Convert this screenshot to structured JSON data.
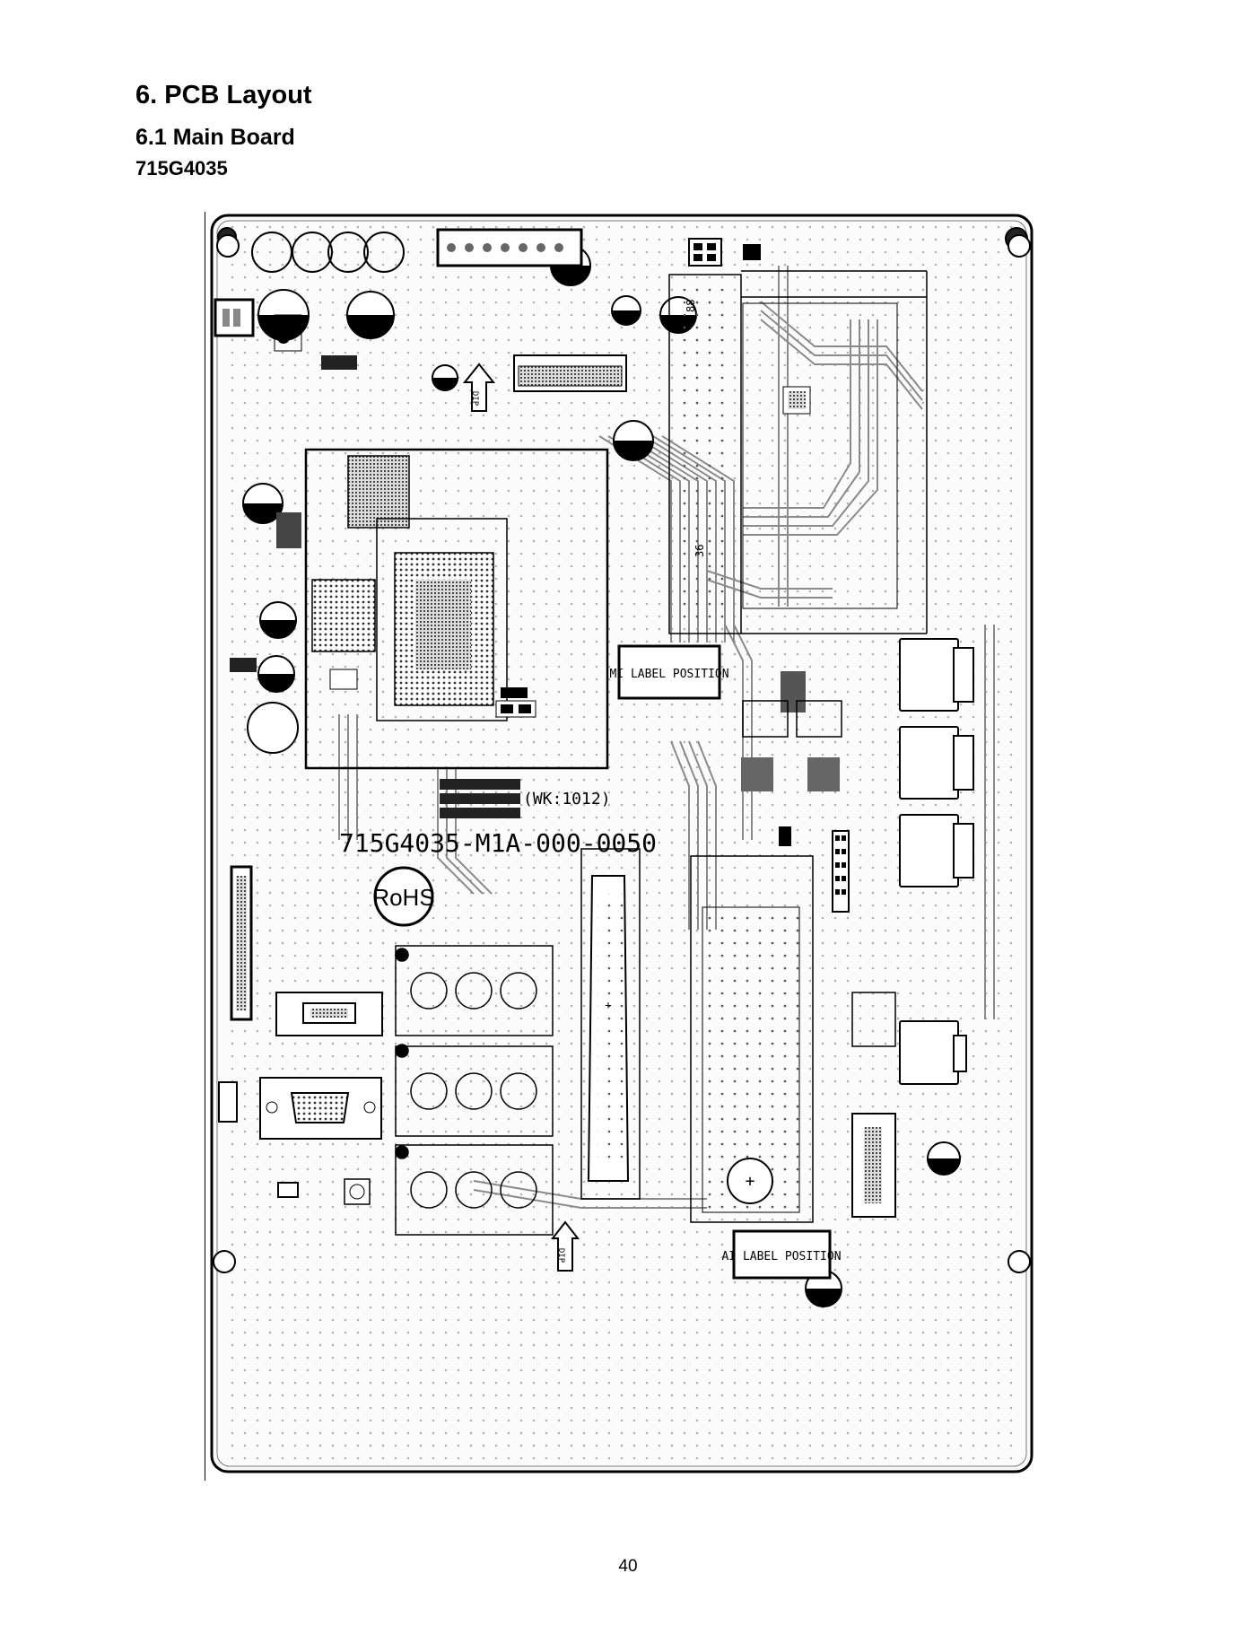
{
  "heading": {
    "section": "6. PCB Layout",
    "subsection": "6.1 Main Board",
    "model": "715G4035"
  },
  "board": {
    "part_number": "715G4035-M1A-000-0050",
    "week_code": "(WK:1012)",
    "rohs_mark": "RoHS",
    "mi_label": "MI LABEL POSITION",
    "ai_label": "AI LABEL POSITION",
    "dip_marker": "DIP",
    "connector_pin_top": "88",
    "connector_pin_bottom": "36"
  },
  "page_number": "40"
}
